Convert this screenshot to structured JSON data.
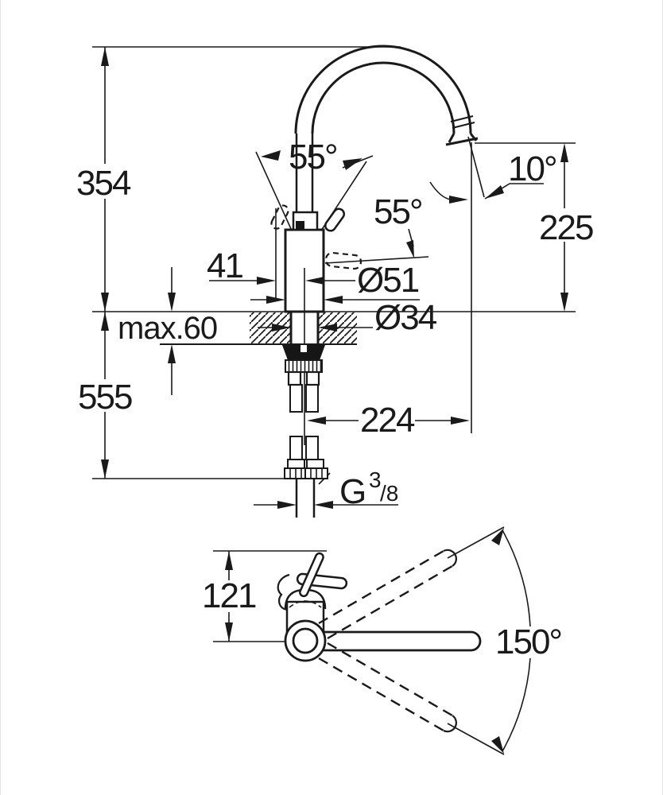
{
  "colors": {
    "line": "#1a1a1a",
    "background": "#ffffff"
  },
  "side_view": {
    "dim_height_above_deck": "354",
    "dim_height_below_deck": "555",
    "dim_deck_thickness": "max.60",
    "dim_lever_offset": "41",
    "dim_body_diameter": "Ø51",
    "dim_shank_diameter": "Ø34",
    "dim_outlet_height": "225",
    "dim_outlet_reach": "224",
    "dim_outlet_angle": "10°",
    "dim_lever_swing_left": "55°",
    "dim_lever_swing_side": "55°",
    "thread_g": "G",
    "thread_sup": "3",
    "thread_sub": "/8"
  },
  "top_view": {
    "dim_handle_reach": "121",
    "dim_swivel_angle": "150°"
  }
}
